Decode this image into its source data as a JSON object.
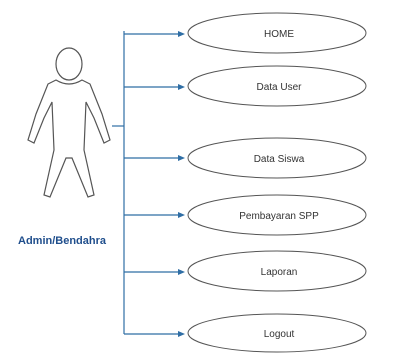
{
  "actor": {
    "label": "Admin/Bendahra"
  },
  "use_cases": [
    {
      "label": "HOME"
    },
    {
      "label": "Data User"
    },
    {
      "label": "Data Siswa"
    },
    {
      "label": "Pembayaran SPP"
    },
    {
      "label": "Laporan"
    },
    {
      "label": "Logout"
    }
  ],
  "colors": {
    "connector": "#2f6ea5",
    "actor_label": "#1f4e8c"
  }
}
